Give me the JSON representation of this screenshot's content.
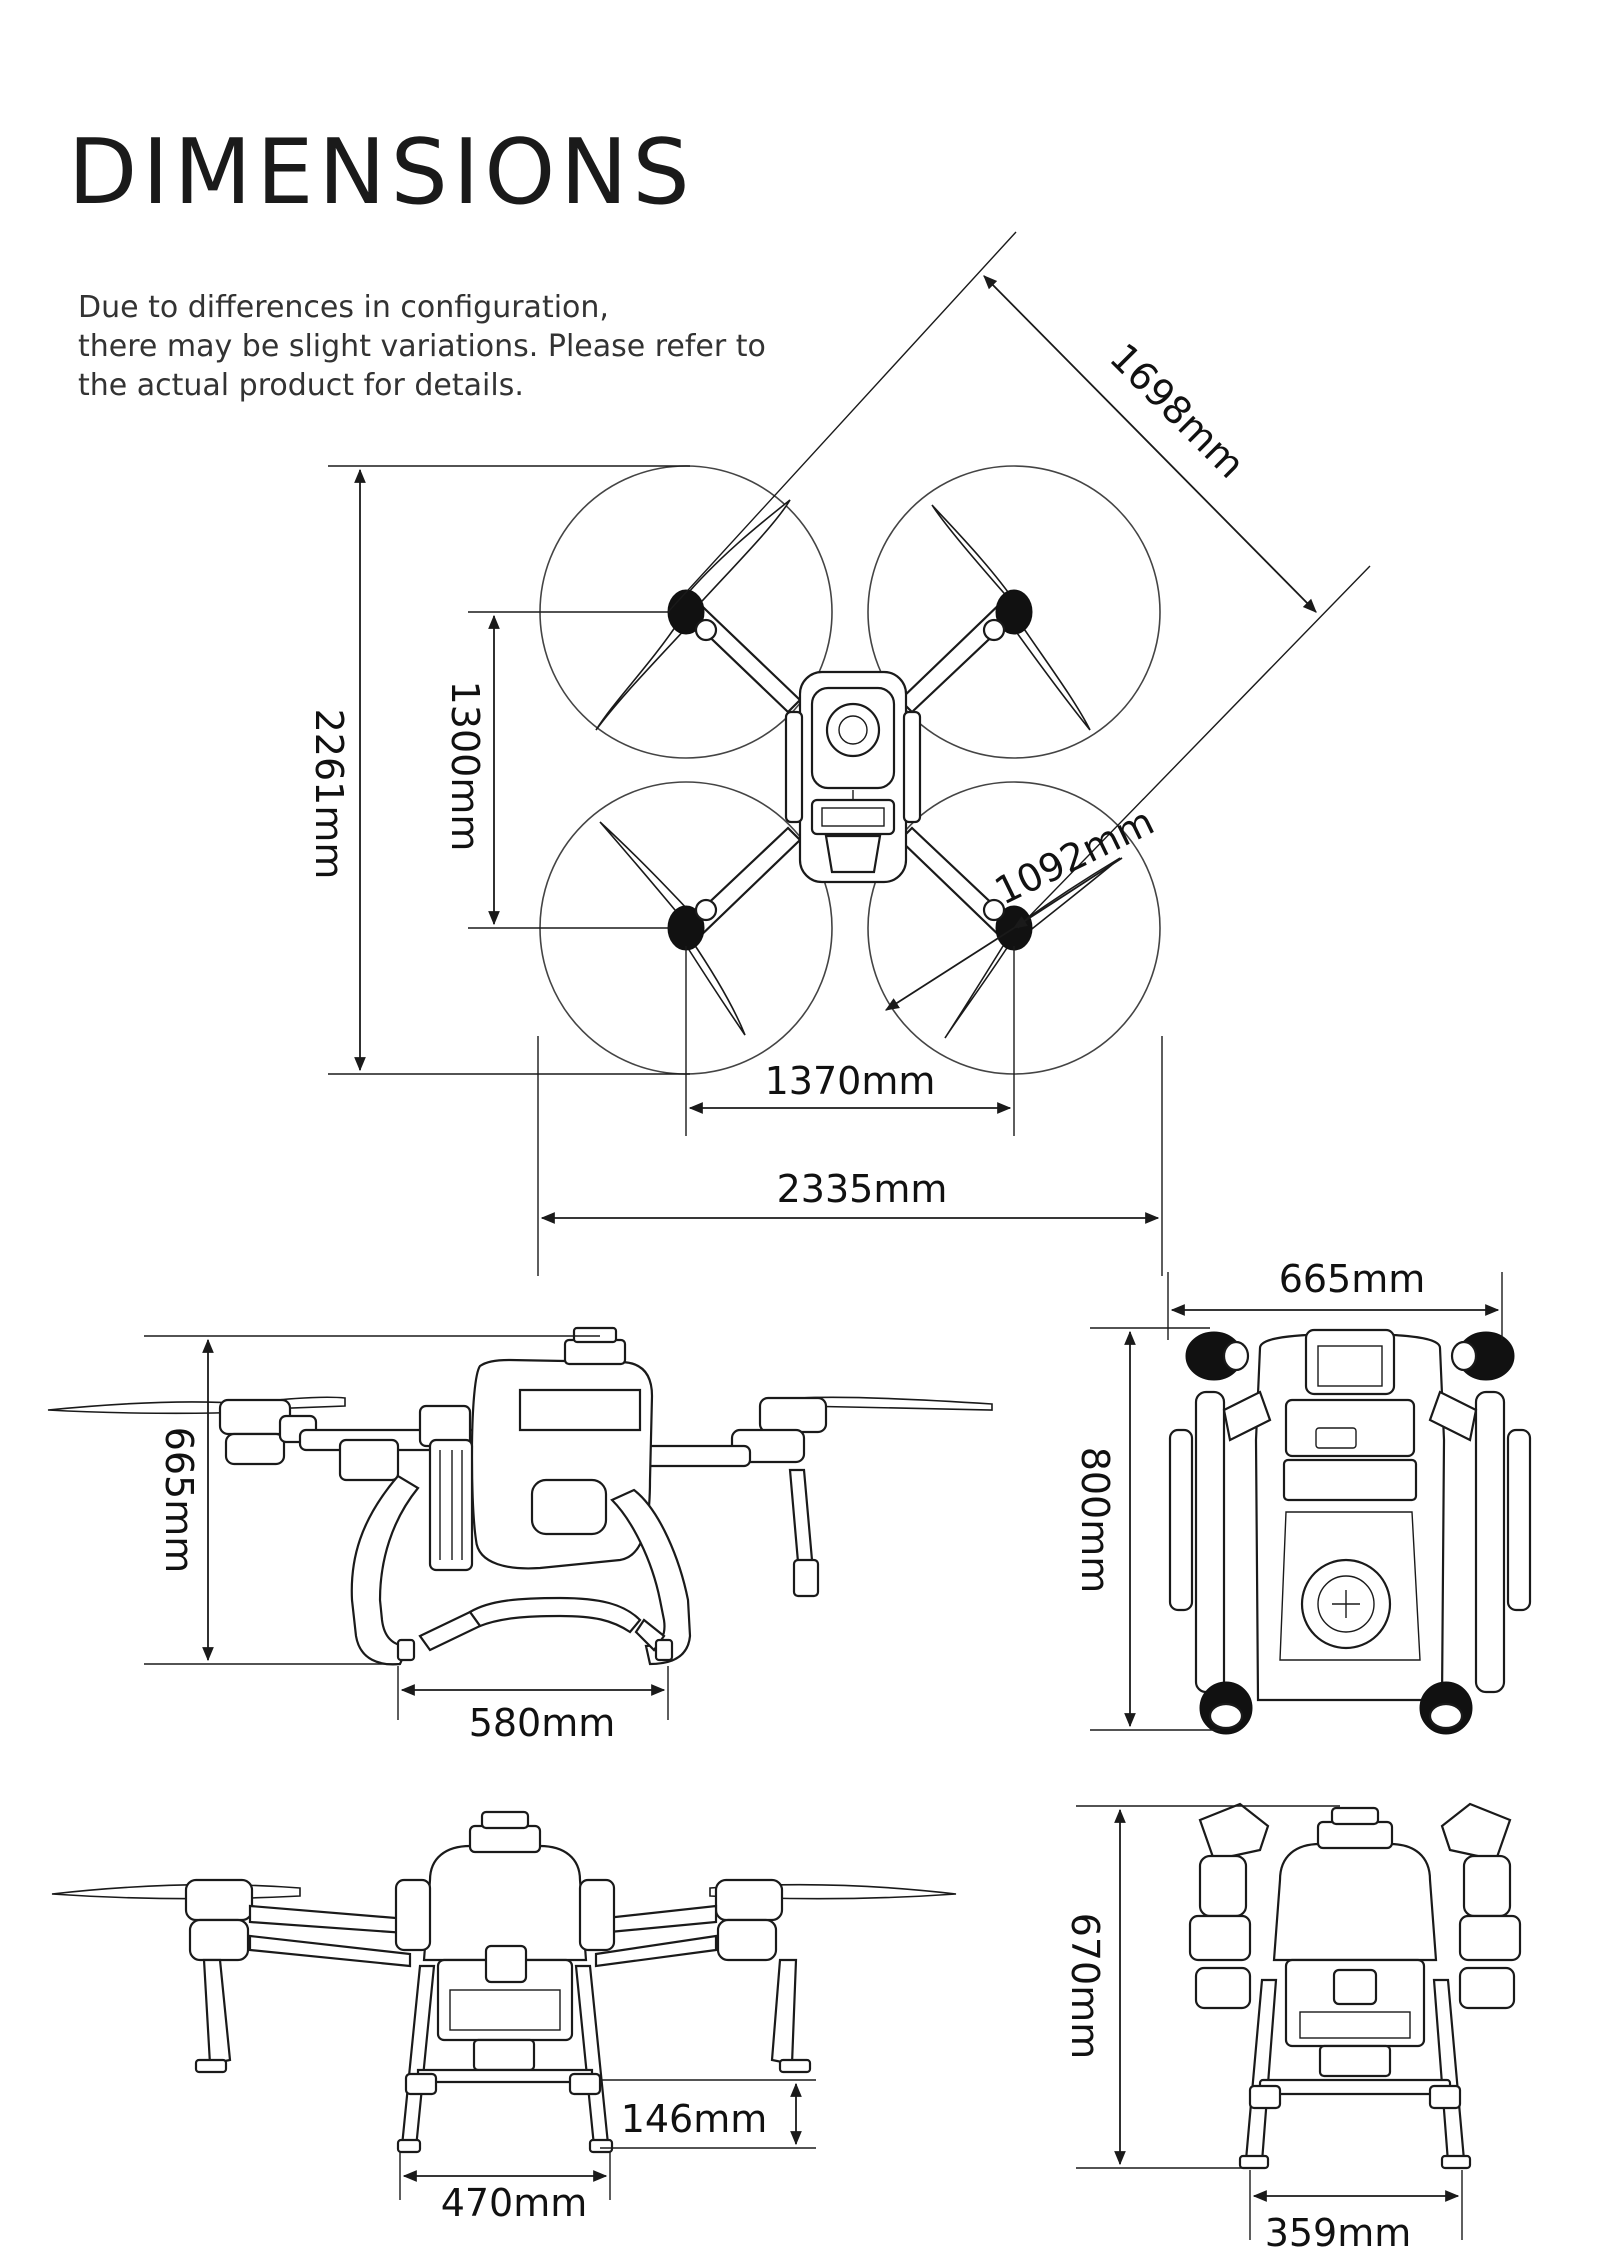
{
  "header": {
    "title": "DIMENSIONS",
    "note_lines": [
      "Due to differences in configuration,",
      "there may be slight variations. Please refer to",
      "the actual product for details."
    ]
  },
  "top_view": {
    "diagonal_wheelbase": "1698mm",
    "propeller_diameter": "1092mm",
    "overall_length": "2261mm",
    "motor_pitch_length": "1300mm",
    "motor_pitch_width": "1370mm",
    "overall_width": "2335mm"
  },
  "side_view": {
    "height": "665mm",
    "landing_gear_span": "580mm"
  },
  "folded_top_view": {
    "width": "665mm",
    "length": "800mm"
  },
  "front_view": {
    "ground_clearance": "146mm",
    "landing_gear_width": "470mm"
  },
  "folded_front_view": {
    "height": "670mm",
    "width": "359mm"
  },
  "colors": {
    "ink": "#1a1a1a",
    "background": "#ffffff"
  }
}
